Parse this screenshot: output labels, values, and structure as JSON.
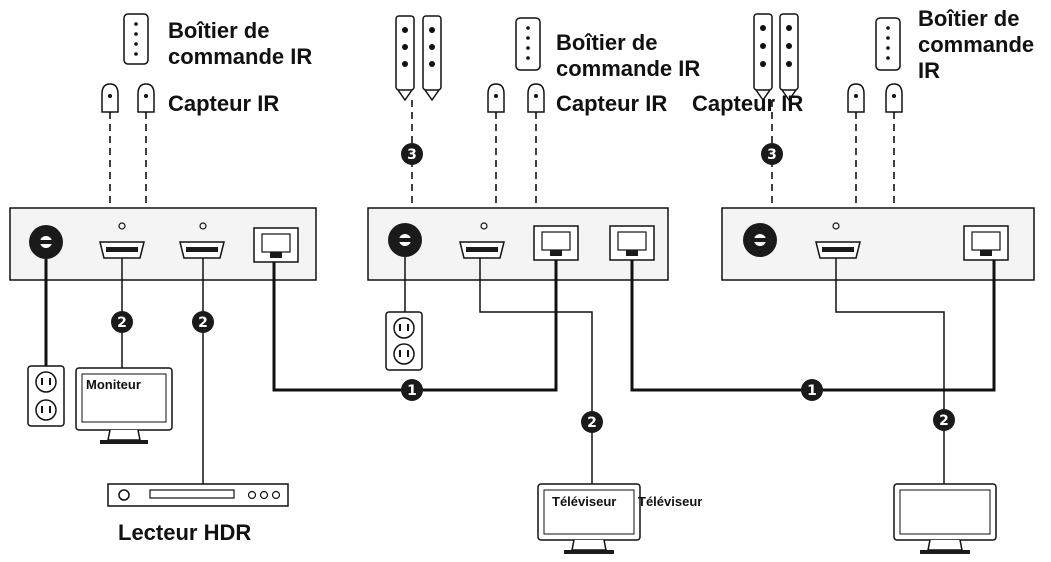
{
  "labels": {
    "ir_box_1": [
      "Boîtier de",
      "commande IR"
    ],
    "ir_sensor_1": "Capteur IR",
    "ir_box_2": [
      "Boîtier de",
      "commande IR"
    ],
    "ir_sensor_2": "Capteur IR",
    "ir_sensor_3": "Capteur IR",
    "ir_box_3": [
      "Boîtier de",
      "commande",
      "IR"
    ],
    "monitor": "Moniteur",
    "hdr_player": "Lecteur HDR",
    "tv_1": "Téléviseur",
    "tv_2": "Téléviseur"
  },
  "markers": {
    "cat_cable": "1",
    "hdmi_cable": "2",
    "ir_cable": "3"
  },
  "colors": {
    "line": "#111111",
    "marker": "#1a1a1a",
    "panel": "#f4f4f4"
  }
}
